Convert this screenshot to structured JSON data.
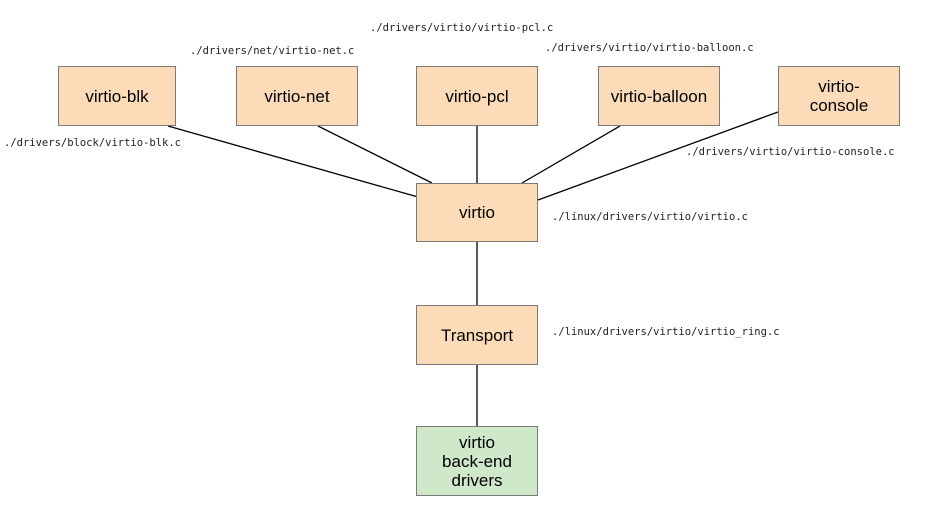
{
  "colors": {
    "box_fill": "#fcdcb8",
    "backend_fill": "#cfe8c9",
    "border": "#7a7a7a"
  },
  "nodes": {
    "virtio_blk": {
      "label": "virtio-blk",
      "path": "./drivers/block/virtio-blk.c"
    },
    "virtio_net": {
      "label": "virtio-net",
      "path": "./drivers/net/virtio-net.c"
    },
    "virtio_pci": {
      "label": "virtio-pcl",
      "path": "./drivers/virtio/virtio-pcl.c"
    },
    "virtio_balloon": {
      "label": "virtio-balloon",
      "path": "./drivers/virtio/virtio-balloon.c"
    },
    "virtio_console": {
      "label": "virtio-\nconsole",
      "path": "./drivers/virtio/virtio-console.c"
    },
    "virtio": {
      "label": "virtio",
      "path": "./linux/drivers/virtio/virtio.c"
    },
    "transport": {
      "label": "Transport",
      "path": "./linux/drivers/virtio/virtio_ring.c"
    },
    "backend": {
      "label": "virtio\nback-end\ndrivers"
    }
  }
}
